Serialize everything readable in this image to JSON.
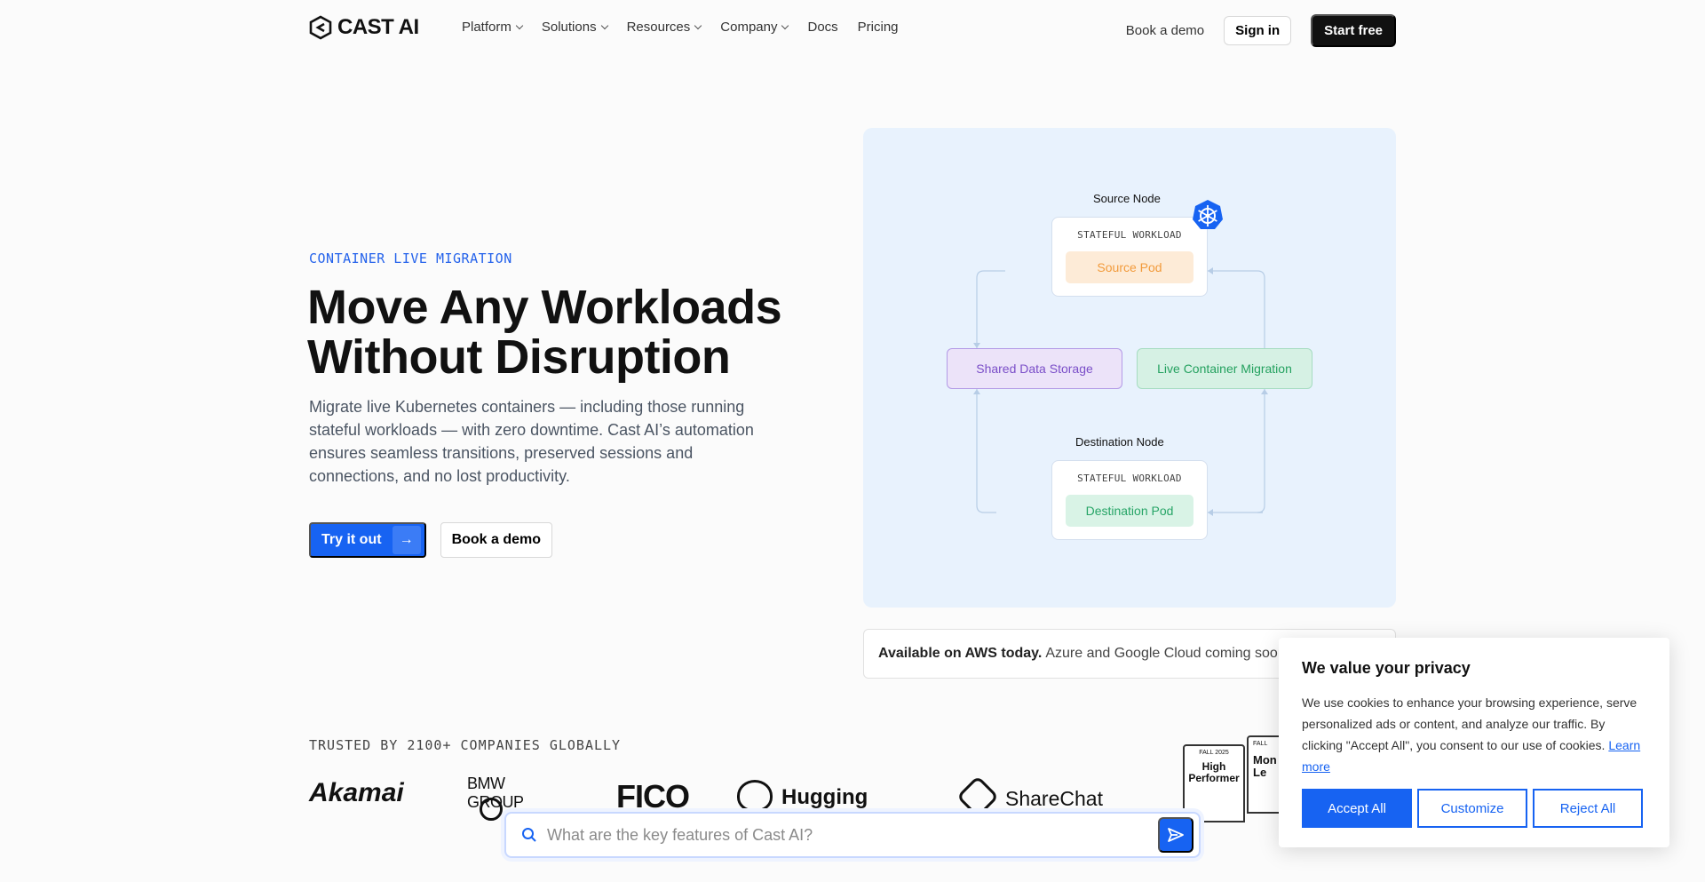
{
  "nav": {
    "logo_text": "CAST AI",
    "items": [
      {
        "label": "Platform",
        "dropdown": true
      },
      {
        "label": "Solutions",
        "dropdown": true
      },
      {
        "label": "Resources",
        "dropdown": true
      },
      {
        "label": "Company",
        "dropdown": true
      },
      {
        "label": "Docs",
        "dropdown": false
      },
      {
        "label": "Pricing",
        "dropdown": false
      }
    ],
    "book_demo": "Book a demo",
    "sign_in": "Sign in",
    "start_free": "Start free"
  },
  "hero": {
    "eyebrow": "CONTAINER LIVE MIGRATION",
    "title_line1": "Move Any Workloads",
    "title_line2": "Without Disruption",
    "description": "Migrate live Kubernetes containers — including those running stateful workloads — with zero downtime. Cast AI’s automation ensures seamless transitions, preserved sessions and connections, and no lost productivity.",
    "try_label": "Try it out",
    "book_label": "Book a demo"
  },
  "diagram": {
    "source_label": "Source Node",
    "source_sub": "STATEFUL WORKLOAD",
    "source_pod": "Source Pod",
    "storage": "Shared Data Storage",
    "live": "Live Container Migration",
    "dest_label": "Destination Node",
    "dest_sub": "STATEFUL WORKLOAD",
    "dest_pod": "Destination Pod",
    "icon": "kubernetes-icon"
  },
  "availability": {
    "bold": "Available on AWS today.",
    "rest": "Azure and Google Cloud coming soon. L"
  },
  "trusted": {
    "label": "TRUSTED BY 2100+ COMPANIES GLOBALLY",
    "logos": [
      "Akamai",
      "BMW GROUP",
      "FICO",
      "Hugging Face",
      "ShareChat"
    ],
    "badge1_season": "FALL 2025",
    "badge1_title": "High Performer",
    "badge2_season": "FALL",
    "badge2_title": "Mon Le"
  },
  "search": {
    "placeholder": "What are the key features of Cast AI?"
  },
  "cookie": {
    "title": "We value your privacy",
    "text": "We use cookies to enhance your browsing experience, serve personalized ads or content, and analyze our traffic. By clicking \"Accept All\", you consent to our use of cookies.",
    "learn_more": "Learn more",
    "accept": "Accept All",
    "customize": "Customize",
    "reject": "Reject All"
  },
  "colors": {
    "brand_blue": "#1763f2",
    "diagram_bg": "#e8f2fd"
  }
}
